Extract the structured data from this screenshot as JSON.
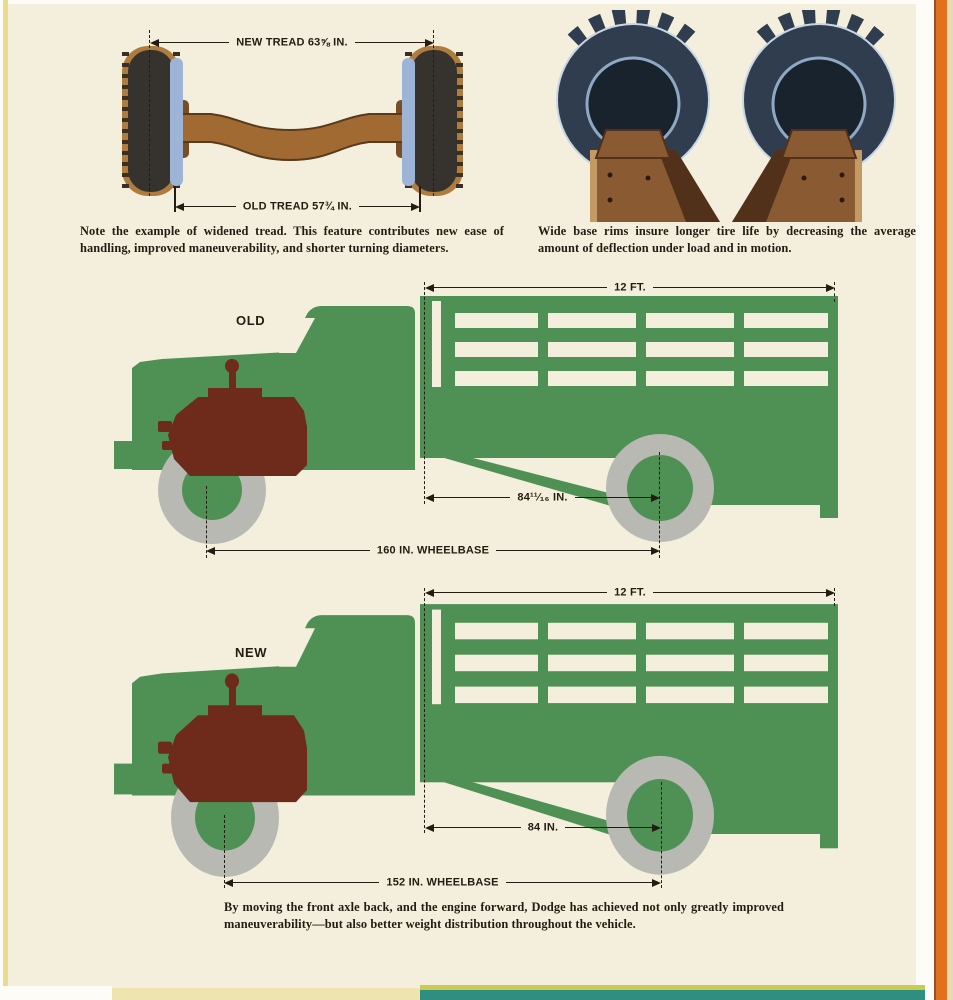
{
  "colors": {
    "truck_green": "#4f9155",
    "engine_maroon": "#6e2a1a",
    "wheel_gray": "#b9b9b3",
    "axle_brown": "#a06a32",
    "rim_blue": "#9db4d6",
    "tire_navy": "#2f3d4e",
    "accent_orange": "#e2701e",
    "band_teal": "#2e8f80"
  },
  "tread_figure": {
    "dim_new": "NEW TREAD 63⅝ IN.",
    "dim_old": "OLD TREAD 57¾ IN.",
    "caption": "Note the example of widened tread. This feature contributes new ease of handling, improved maneuverability, and shorter turning diameters."
  },
  "rim_figure": {
    "caption": "Wide base rims insure longer tire life by decreasing the average amount of deflection under load and in motion."
  },
  "old_truck": {
    "label": "OLD",
    "bed_length": "12 FT.",
    "cab_to_axle": "84¹¹⁄₁₆ IN.",
    "wheelbase": "160 IN. WHEELBASE"
  },
  "new_truck": {
    "label": "NEW",
    "bed_length": "12 FT.",
    "cab_to_axle": "84 IN.",
    "wheelbase": "152 IN. WHEELBASE"
  },
  "footer_caption": "By moving the front axle back, and the engine forward, Dodge has achieved not only greatly improved maneuverability—but also better weight distribution throughout the vehicle."
}
